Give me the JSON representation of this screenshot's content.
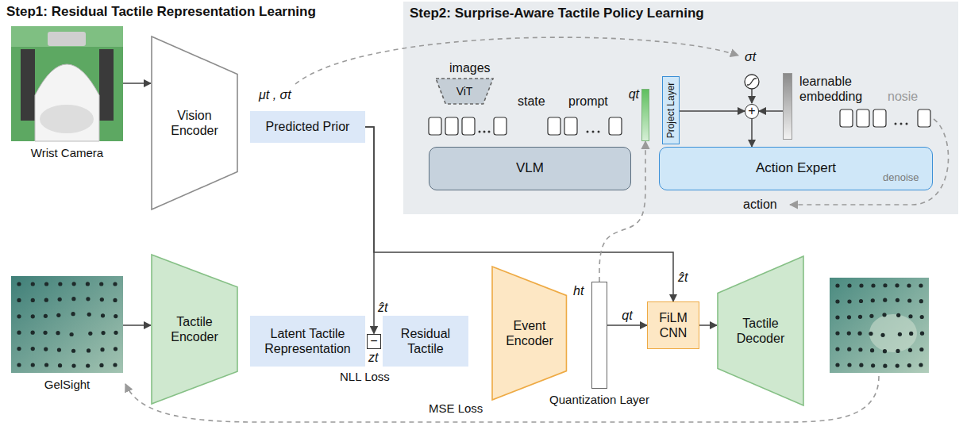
{
  "diagram": {
    "nodes": [
      {
        "text": [
          "Wrist Camera"
        ]
      },
      {
        "text": [
          "Vision Encoder"
        ]
      },
      {
        "text": [
          "Predicted Prior"
        ]
      },
      {
        "text": [
          "GelSight"
        ]
      },
      {
        "text": [
          "Tactile Encoder"
        ]
      },
      {
        "text": [
          "Latent Tactile Representation"
        ]
      },
      {
        "text": [
          "−"
        ]
      },
      {
        "text": [
          "Residual Tactile"
        ]
      },
      {
        "text": [
          "Event Encoder"
        ]
      },
      {
        "text": [
          "Quantization Layer"
        ]
      },
      {
        "text": [
          "FiLM CNN"
        ]
      },
      {
        "text": [
          "Tactile Decoder"
        ]
      },
      {
        "text": [
          "Step2: Surprise-Aware Tactile Policy Learning"
        ]
      },
      {
        "text": [
          "ViT"
        ],
        "in": 12
      },
      {
        "text": [
          "VLM"
        ],
        "in": 12
      },
      {
        "text": [
          "qt"
        ],
        "in": 12
      },
      {
        "text": [
          "Project Layer"
        ],
        "in": 12
      },
      {
        "text": [
          "+"
        ],
        "in": 12
      },
      {
        "text": [
          "learnable embedding"
        ],
        "in": 12
      },
      {
        "text": [
          "Action Expert"
        ],
        "in": 12
      }
    ],
    "edges": [
      {
        "from": 0,
        "to": 1,
        "arrow": "to"
      },
      {
        "from": 2,
        "to": 6,
        "arrow": "to"
      },
      {
        "from": 2,
        "to": 10,
        "arrow": "to"
      },
      {
        "from": 3,
        "to": 4,
        "arrow": "to"
      },
      {
        "from": 9,
        "to": 10,
        "label": "qt",
        "arrow": "to"
      },
      {
        "from": 10,
        "to": 11,
        "arrow": "to"
      },
      {
        "from": 9,
        "to": 15,
        "arrow": "to"
      },
      {
        "from": 16,
        "to": 17,
        "arrow": "to"
      },
      {
        "from": 18,
        "to": 17,
        "arrow": "to"
      },
      {
        "from": 17,
        "to": 19,
        "arrow": "to"
      }
    ],
    "labels": [
      "Step1: Residual Tactile Representation Learning",
      "μt , σt",
      "ẑt",
      "zt",
      "NLL Loss",
      "ht",
      "ẑt",
      "MSE Loss",
      "images",
      "state",
      "prompt",
      "σt",
      "nosie",
      "denoise",
      "action"
    ]
  }
}
